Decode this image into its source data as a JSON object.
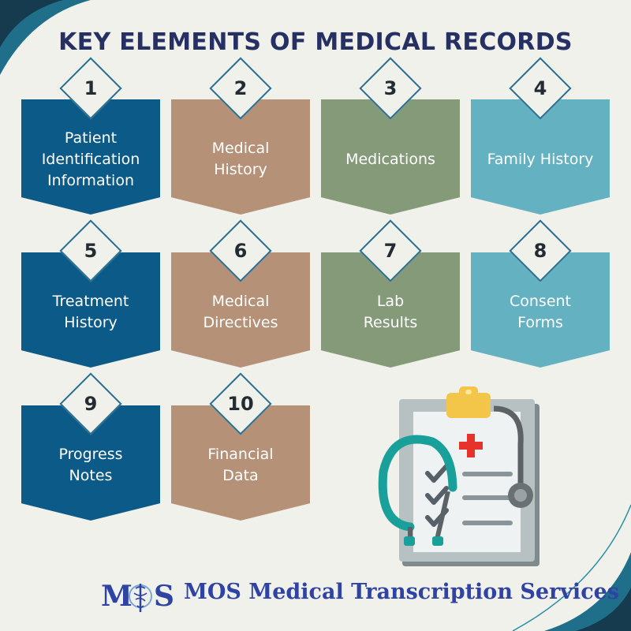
{
  "title": "KEY ELEMENTS OF MEDICAL RECORDS",
  "colors": {
    "blue": "#0c5a88",
    "tan": "#b49177",
    "sage": "#859a78",
    "teal": "#64b2c1",
    "title": "#263063",
    "brand": "#2f43a3",
    "background": "#f1f1ec"
  },
  "cards": [
    {
      "number": "1",
      "label": "Patient\nIdentification\nInformation",
      "color": "blue"
    },
    {
      "number": "2",
      "label": "Medical\nHistory",
      "color": "tan"
    },
    {
      "number": "3",
      "label": "Medications",
      "color": "sage"
    },
    {
      "number": "4",
      "label": "Family History",
      "color": "teal"
    },
    {
      "number": "5",
      "label": "Treatment\nHistory",
      "color": "blue"
    },
    {
      "number": "6",
      "label": "Medical\nDirectives",
      "color": "tan"
    },
    {
      "number": "7",
      "label": "Lab\nResults",
      "color": "sage"
    },
    {
      "number": "8",
      "label": "Consent\nForms",
      "color": "teal"
    },
    {
      "number": "9",
      "label": "Progress\nNotes",
      "color": "blue"
    },
    {
      "number": "10",
      "label": "Financial\nData",
      "color": "tan"
    }
  ],
  "illustration": {
    "icon": "clipboard-stethoscope-icon"
  },
  "brand": {
    "logo_text": "MOS",
    "name": "MOS Medical Transcription Services",
    "icon": "caduceus-icon"
  }
}
